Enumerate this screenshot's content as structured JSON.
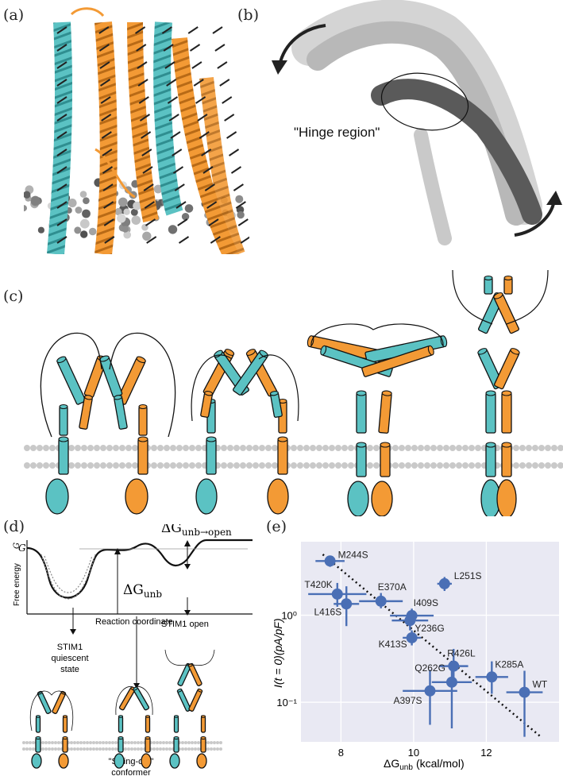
{
  "panels": {
    "a": "(a)",
    "b": "(b)",
    "c": "(c)",
    "d": "(d)",
    "e": "(e)"
  },
  "panel_b": {
    "hinge_label": "\"Hinge region\""
  },
  "panel_d": {
    "y_axis_label": "Free energy",
    "y_axis_symbol": "G",
    "x_axis_label": "Reaction coordinate",
    "G_tick_label": "G",
    "dG_unb_main": "ΔG",
    "dG_unb_sub": "unb",
    "dG_open_main": "ΔG",
    "dG_open_sub": "unb→open",
    "state_quiescent": [
      "STIM1",
      "quiescent",
      "state"
    ],
    "state_swing": [
      "\"Swing-out\"",
      "conformer"
    ],
    "state_open": "STIM1 open"
  },
  "colors": {
    "teal": "#5bc2c3",
    "orange": "#f39a35",
    "plot_bg": "#e9e9f3",
    "point": "#4a6fb5",
    "grid": "#ffffff"
  },
  "chart_data": {
    "type": "scatter",
    "xlabel_main": "ΔG",
    "xlabel_sub": "unb",
    "xlabel_unit": "(kcal/mol)",
    "ylabel": "I(t = 0)(pA/pF)",
    "y_scale": "log",
    "xlim": [
      6.9,
      14.0
    ],
    "ylim": [
      0.035,
      7.0
    ],
    "x_ticks": [
      8,
      10,
      12
    ],
    "y_ticks": [
      {
        "value": 1.0,
        "label": "10⁰"
      },
      {
        "value": 0.1,
        "label": "10⁻¹"
      }
    ],
    "grid": true,
    "trend_line": {
      "style": "dotted",
      "x": [
        7.5,
        13.5
      ],
      "y": [
        5.0,
        0.04
      ]
    },
    "points": [
      {
        "label": "M244S",
        "x": 7.7,
        "y": 4.2,
        "xerr": 0.4,
        "yerr_lo": 0.6,
        "yerr_hi": 0.6
      },
      {
        "label": "T420K",
        "x": 7.9,
        "y": 1.75,
        "xerr": 0.8,
        "yerr_lo": 0.5,
        "yerr_hi": 0.6
      },
      {
        "label": "L416S",
        "x": 8.15,
        "y": 1.35,
        "xerr": 0.35,
        "yerr_lo": 0.6,
        "yerr_hi": 0.8
      },
      {
        "label": "E370A",
        "x": 9.1,
        "y": 1.45,
        "xerr": 0.6,
        "yerr_lo": 0.25,
        "yerr_hi": 0.35
      },
      {
        "label": "L251S",
        "x": 10.85,
        "y": 2.3,
        "xerr": 0.2,
        "yerr_lo": 0.4,
        "yerr_hi": 0.45
      },
      {
        "label": "I409S",
        "x": 9.95,
        "y": 0.99,
        "xerr": 0.6,
        "yerr_lo": 0.2,
        "yerr_hi": 0.2
      },
      {
        "label": "Y236G",
        "x": 9.9,
        "y": 0.87,
        "xerr": 0.5,
        "yerr_lo": 0.2,
        "yerr_hi": 0.2
      },
      {
        "label": "K413S",
        "x": 9.95,
        "y": 0.55,
        "xerr": 0.25,
        "yerr_lo": 0.1,
        "yerr_hi": 0.12
      },
      {
        "label": "R426L",
        "x": 11.1,
        "y": 0.26,
        "xerr": 0.4,
        "yerr_lo": 0.1,
        "yerr_hi": 0.15
      },
      {
        "label": "Q262G",
        "x": 11.05,
        "y": 0.17,
        "xerr": 0.55,
        "yerr_lo": 0.12,
        "yerr_hi": 0.12
      },
      {
        "label": "K285A",
        "x": 12.15,
        "y": 0.195,
        "xerr": 0.45,
        "yerr_lo": 0.07,
        "yerr_hi": 0.1
      },
      {
        "label": "A397S",
        "x": 10.45,
        "y": 0.135,
        "xerr": 0.75,
        "yerr_lo": 0.08,
        "yerr_hi": 0.1
      },
      {
        "label": "WT",
        "x": 13.05,
        "y": 0.13,
        "xerr": 0.5,
        "yerr_lo": 0.09,
        "yerr_hi": 0.1
      }
    ]
  }
}
